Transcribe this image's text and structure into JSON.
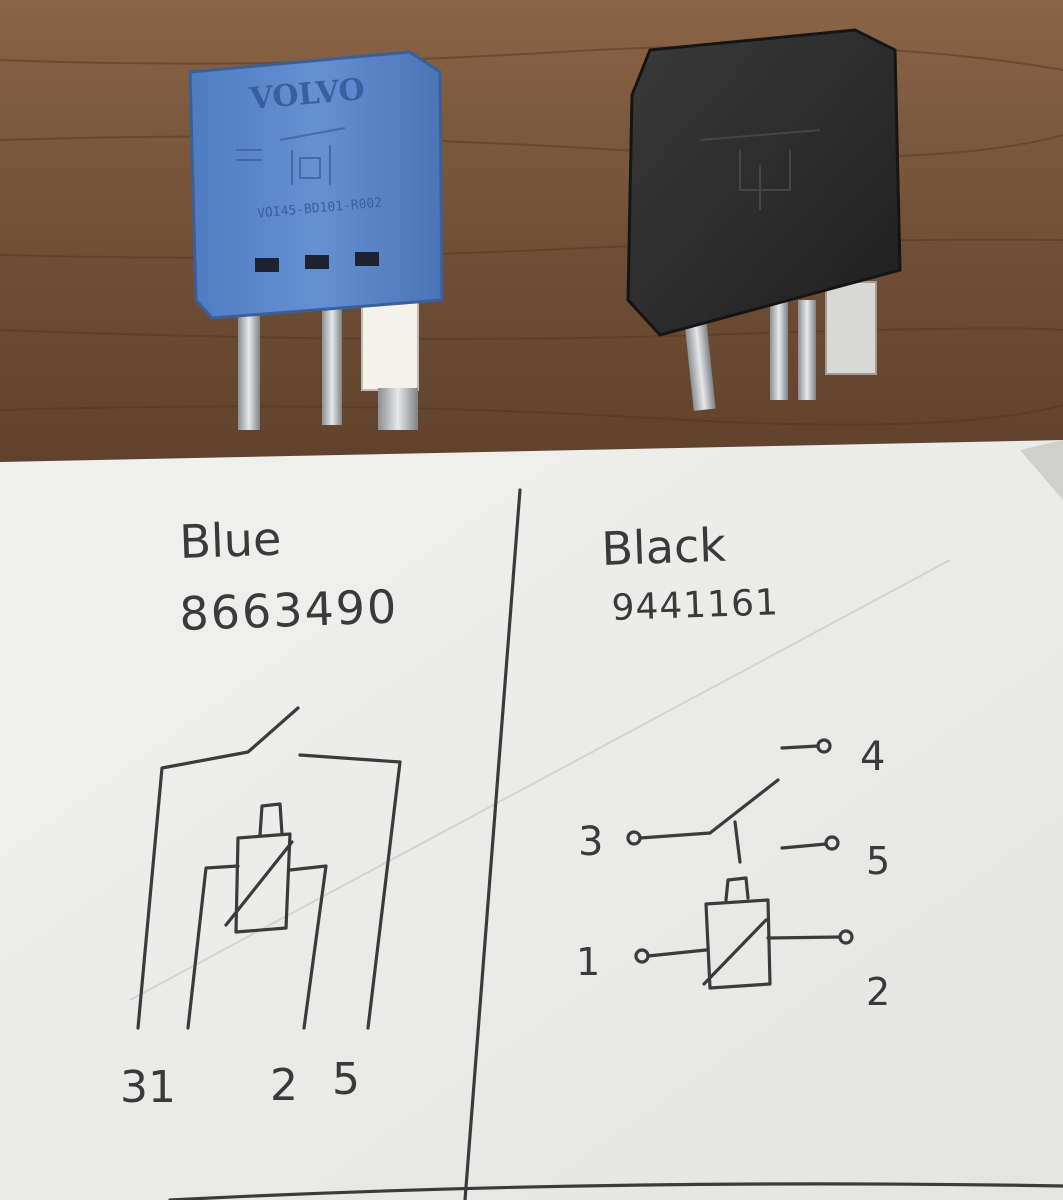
{
  "relays": {
    "blue": {
      "brand": "VOLVO",
      "part_code": "VOI45-BD101-R002",
      "body_color": "#5b86c9"
    },
    "black": {
      "body_color": "#2b2b2b"
    }
  },
  "note": {
    "blue": {
      "title": "Blue",
      "part_number": "8663490",
      "pins": [
        "31",
        "2",
        "5"
      ]
    },
    "black": {
      "title": "Black",
      "part_number": "9441161",
      "pins": [
        "1",
        "2",
        "3",
        "4",
        "5"
      ]
    }
  }
}
